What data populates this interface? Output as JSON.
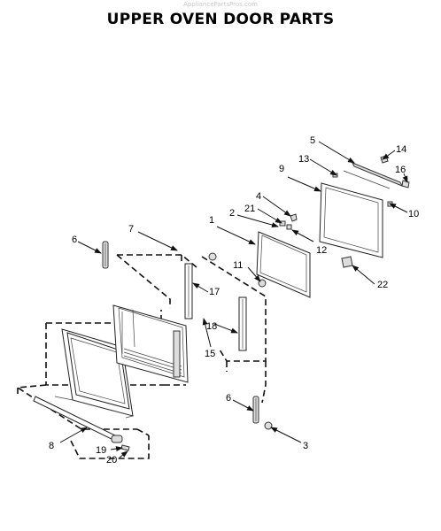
{
  "header": {
    "watermark": "AppliancePartsPros.com",
    "title": "UPPER OVEN DOOR PARTS"
  },
  "callouts": {
    "c1": "1",
    "c2": "2",
    "c3": "3",
    "c4": "4",
    "c5": "5",
    "c6a": "6",
    "c6b": "6",
    "c7": "7",
    "c8": "8",
    "c9": "9",
    "c10": "10",
    "c11": "11",
    "c12": "12",
    "c13": "13",
    "c14": "14",
    "c15": "15",
    "c16": "16",
    "c17": "17",
    "c18": "18",
    "c19": "19",
    "c20": "20",
    "c21": "21",
    "c22": "22"
  }
}
